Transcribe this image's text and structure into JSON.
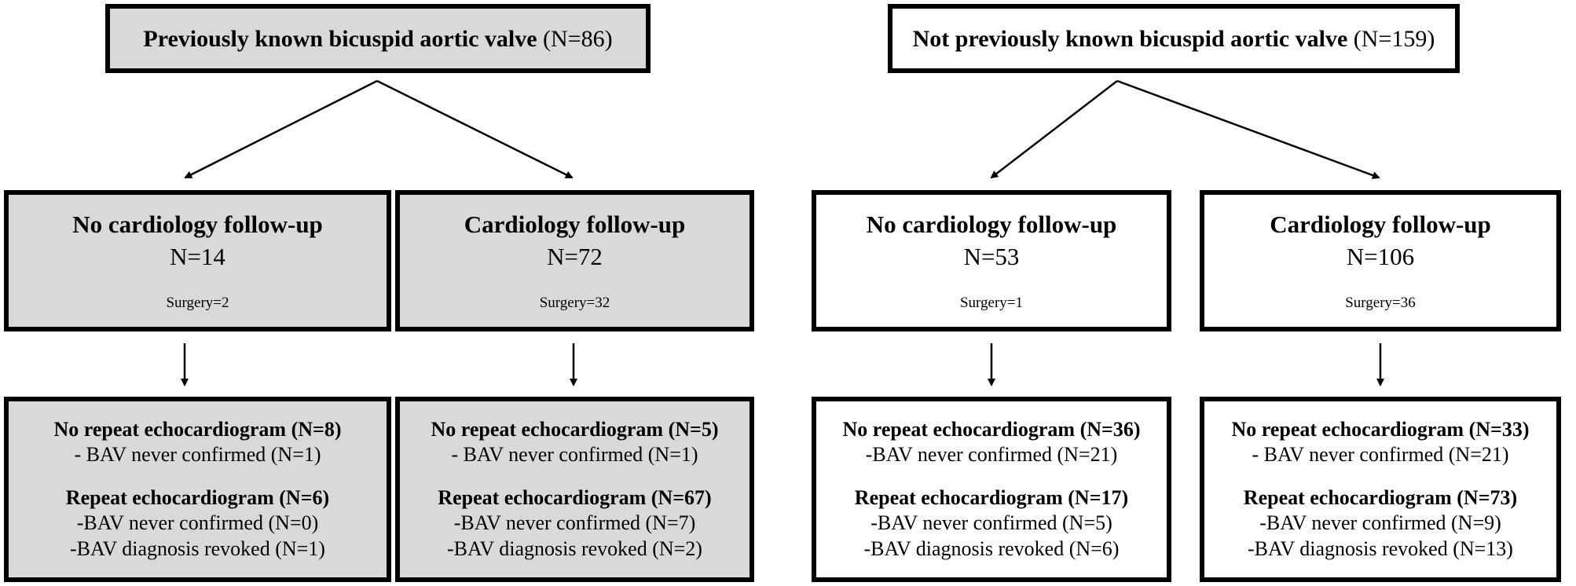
{
  "groups": [
    {
      "style": "grey",
      "header": {
        "bold": "Previously known bicuspid aortic valve",
        "count": " (N=86)"
      },
      "branches": [
        {
          "title": "No cardiology follow-up",
          "n": "N=14",
          "surgery": "Surgery=2",
          "no_repeat": {
            "bold": "No repeat echocardiogram (N=8)",
            "lines": [
              "- BAV never confirmed (N=1)"
            ]
          },
          "repeat": {
            "bold": "Repeat echocardiogram (N=6)",
            "lines": [
              "-BAV never confirmed (N=0)",
              "-BAV diagnosis revoked (N=1)"
            ]
          }
        },
        {
          "title": "Cardiology follow-up",
          "n": "N=72",
          "surgery": "Surgery=32",
          "no_repeat": {
            "bold": "No repeat echocardiogram (N=5)",
            "lines": [
              "- BAV never confirmed (N=1)"
            ]
          },
          "repeat": {
            "bold": "Repeat echocardiogram (N=67)",
            "lines": [
              "-BAV never confirmed (N=7)",
              "-BAV diagnosis revoked (N=2)"
            ]
          }
        }
      ]
    },
    {
      "style": "white",
      "header": {
        "bold": "Not previously known bicuspid aortic valve",
        "count": " (N=159)"
      },
      "branches": [
        {
          "title": "No cardiology follow-up",
          "n": "N=53",
          "surgery": "Surgery=1",
          "no_repeat": {
            "bold": "No repeat echocardiogram (N=36)",
            "lines": [
              "-BAV never confirmed (N=21)"
            ]
          },
          "repeat": {
            "bold": "Repeat echocardiogram (N=17)",
            "lines": [
              "-BAV never confirmed (N=5)",
              "-BAV diagnosis revoked (N=6)"
            ]
          }
        },
        {
          "title": "Cardiology follow-up",
          "n": "N=106",
          "surgery": "Surgery=36",
          "no_repeat": {
            "bold": "No repeat echocardiogram (N=33)",
            "lines": [
              "- BAV never confirmed (N=21)"
            ]
          },
          "repeat": {
            "bold": "Repeat echocardiogram (N=73)",
            "lines": [
              "-BAV never confirmed (N=9)",
              "-BAV diagnosis revoked (N=13)"
            ]
          }
        }
      ]
    }
  ]
}
